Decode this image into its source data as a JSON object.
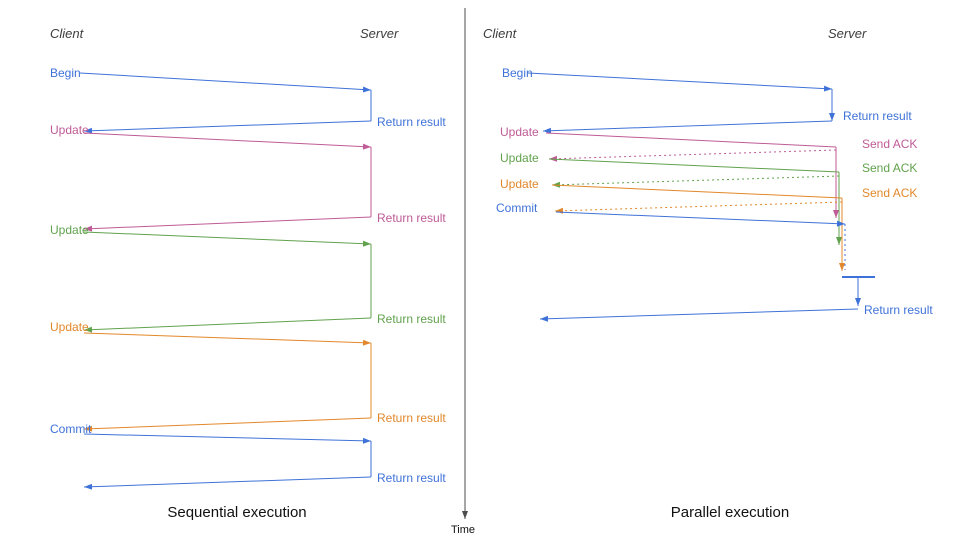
{
  "colors": {
    "blue": "#3f72d8",
    "pink": "#bf5b96",
    "green": "#61a24c",
    "orange": "#e2882a",
    "axis": "#4d4d4d"
  },
  "time_axis": {
    "label": "Time"
  },
  "left": {
    "title": "Sequential execution",
    "client_header": "Client",
    "server_header": "Server",
    "steps": [
      {
        "label": "Begin",
        "result": "Return result"
      },
      {
        "label": "Update",
        "result": "Return result"
      },
      {
        "label": "Update",
        "result": "Return result"
      },
      {
        "label": "Update",
        "result": "Return result"
      },
      {
        "label": "Commit",
        "result": "Return result"
      }
    ]
  },
  "right": {
    "title": "Parallel execution",
    "client_header": "Client",
    "server_header": "Server",
    "steps": [
      {
        "label": "Begin",
        "result": "Return result"
      },
      {
        "label": "Update",
        "result": "Send ACK"
      },
      {
        "label": "Update",
        "result": "Send ACK"
      },
      {
        "label": "Update",
        "result": "Send ACK"
      },
      {
        "label": "Commit",
        "result": "Return result"
      }
    ]
  }
}
